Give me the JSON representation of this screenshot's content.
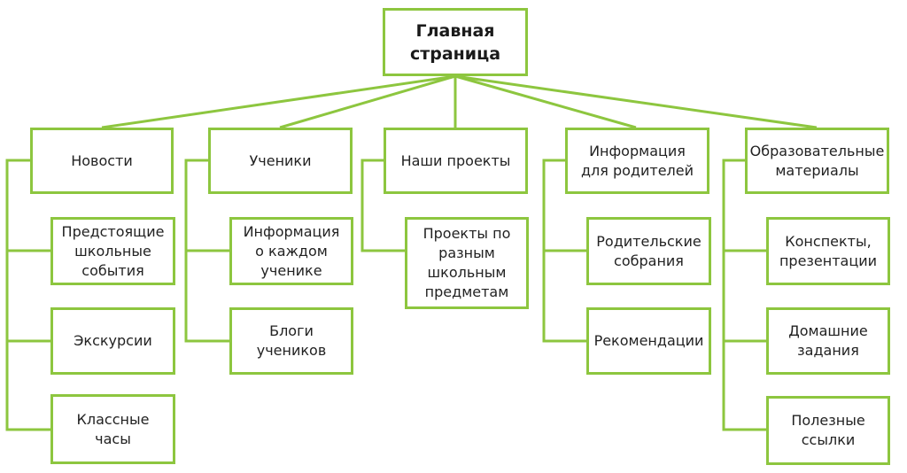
{
  "root": {
    "label": "Главная\nстраница"
  },
  "sections": [
    {
      "label": "Новости",
      "items": [
        "Предстоящие\nшкольные\nсобытия",
        "Экскурсии",
        "Классные\nчасы"
      ]
    },
    {
      "label": "Ученики",
      "items": [
        "Информация\nо каждом\nученике",
        "Блоги\nучеников"
      ]
    },
    {
      "label": "Наши проекты",
      "items": [
        "Проекты по\nразным\nшкольным\nпредметам"
      ]
    },
    {
      "label": "Информация\nдля родителей",
      "items": [
        "Родительские\nсобрания",
        "Рекомендации"
      ]
    },
    {
      "label": "Образовательные\nматериалы",
      "items": [
        "Конспекты,\nпрезентации",
        "Домашние\nзадания",
        "Полезные\nссылки"
      ]
    }
  ],
  "colors": {
    "line": "#8dc63f",
    "border": "#8dc63f"
  }
}
